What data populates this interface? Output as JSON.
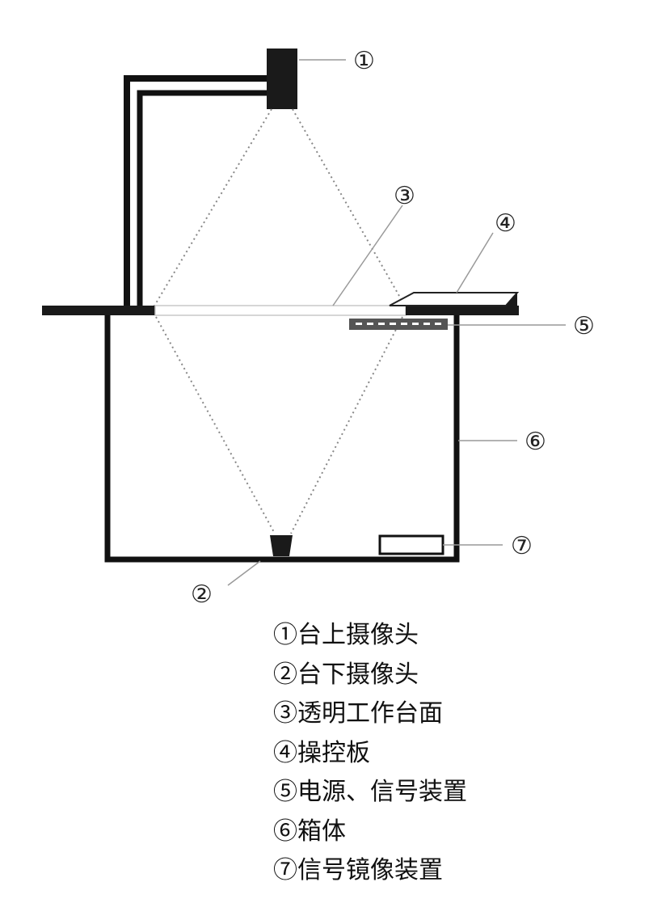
{
  "callouts": [
    {
      "id": "1",
      "label": "①"
    },
    {
      "id": "2",
      "label": "②"
    },
    {
      "id": "3",
      "label": "③"
    },
    {
      "id": "4",
      "label": "④"
    },
    {
      "id": "5",
      "label": "⑤"
    },
    {
      "id": "6",
      "label": "⑥"
    },
    {
      "id": "7",
      "label": "⑦"
    }
  ],
  "legend": [
    "①台上摄像头",
    "②台下摄像头",
    "③透明工作台面",
    "④操控板",
    "⑤电源、信号装置",
    "⑥箱体",
    "⑦信号镜像装置"
  ]
}
